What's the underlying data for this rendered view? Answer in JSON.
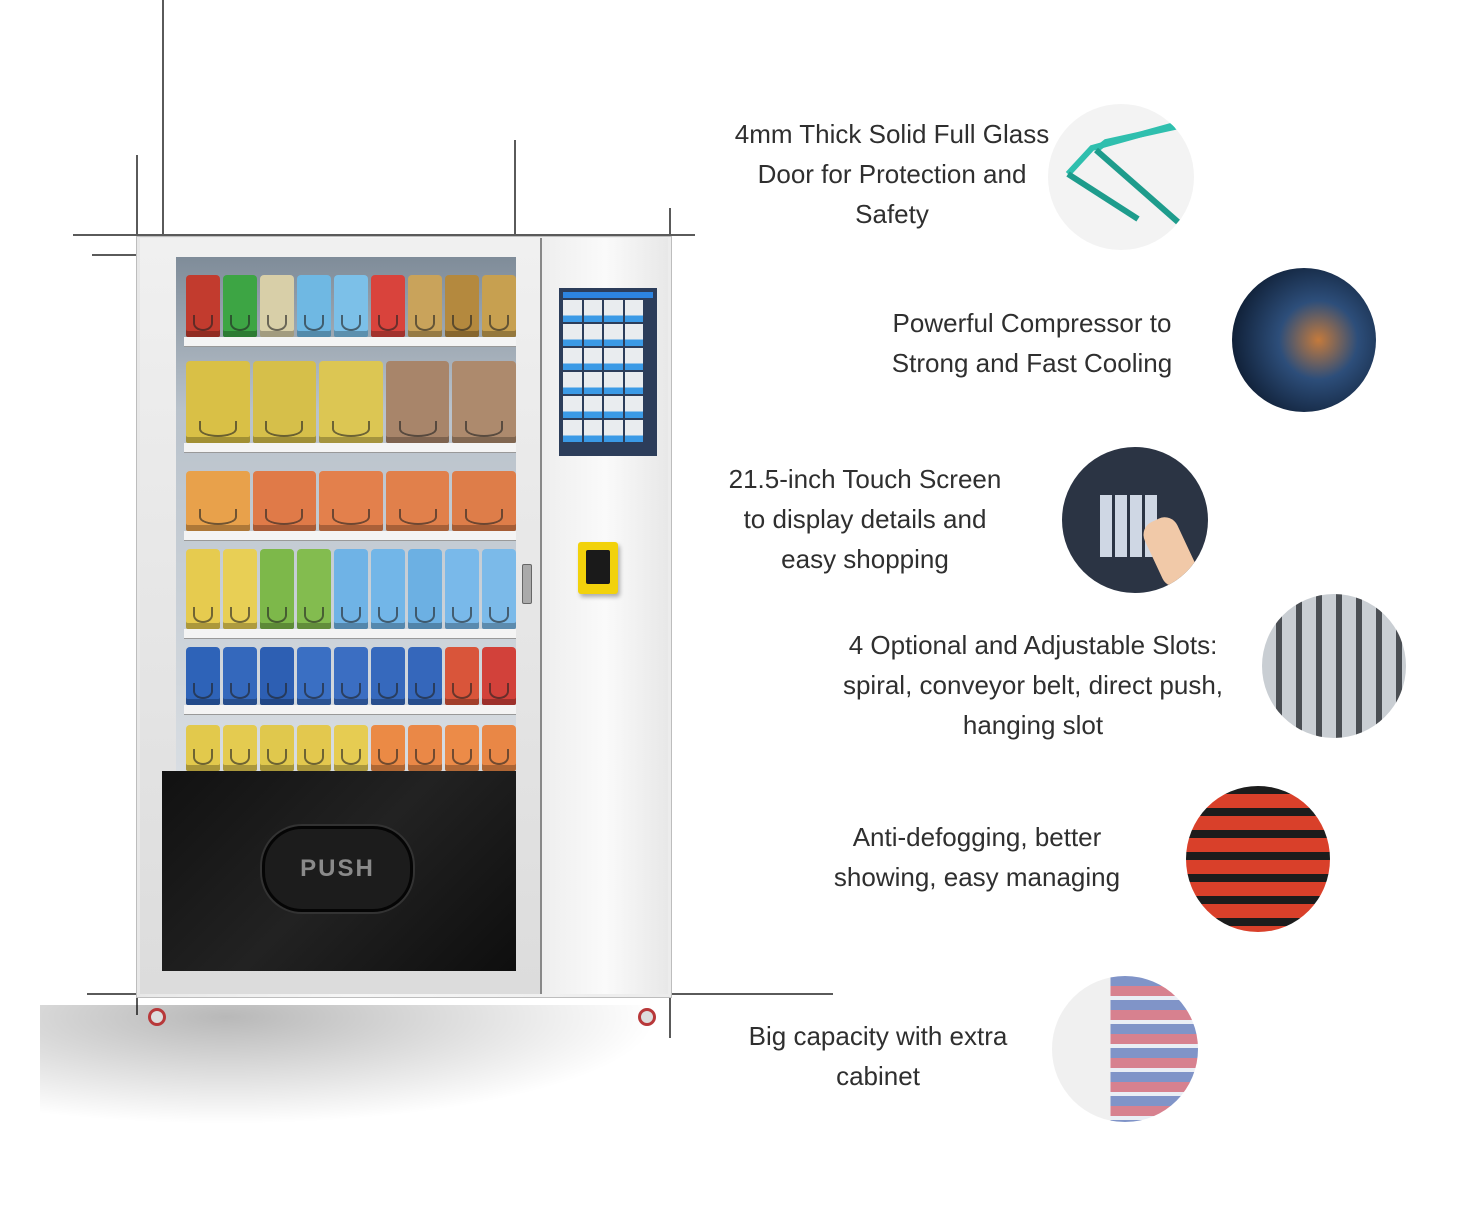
{
  "machine": {
    "push_label": "PUSH"
  },
  "features": [
    {
      "text_lines": [
        "4mm Thick Solid Full Glass",
        "Door for Protection and",
        "Safety"
      ],
      "icon": "glass-door-icon"
    },
    {
      "text_lines": [
        "Powerful Compressor to",
        "Strong and Fast Cooling"
      ],
      "icon": "compressor-icon"
    },
    {
      "text_lines": [
        "21.5-inch Touch Screen",
        "to display details and",
        "easy shopping"
      ],
      "icon": "touch-screen-icon"
    },
    {
      "text_lines": [
        "4 Optional and Adjustable Slots:",
        "spiral, conveyor belt, direct push,",
        "hanging slot"
      ],
      "icon": "spiral-slots-icon"
    },
    {
      "text_lines": [
        "Anti-defogging, better",
        "showing, easy managing"
      ],
      "icon": "anti-fog-glass-icon"
    },
    {
      "text_lines": [
        "Big capacity with extra",
        "cabinet"
      ],
      "icon": "extra-cabinet-icon"
    }
  ],
  "colors": {
    "text": "#2f2f2f",
    "glass_teal": "#2fbfae",
    "pay_yellow": "#f2d20b",
    "panel_black": "#141414"
  }
}
